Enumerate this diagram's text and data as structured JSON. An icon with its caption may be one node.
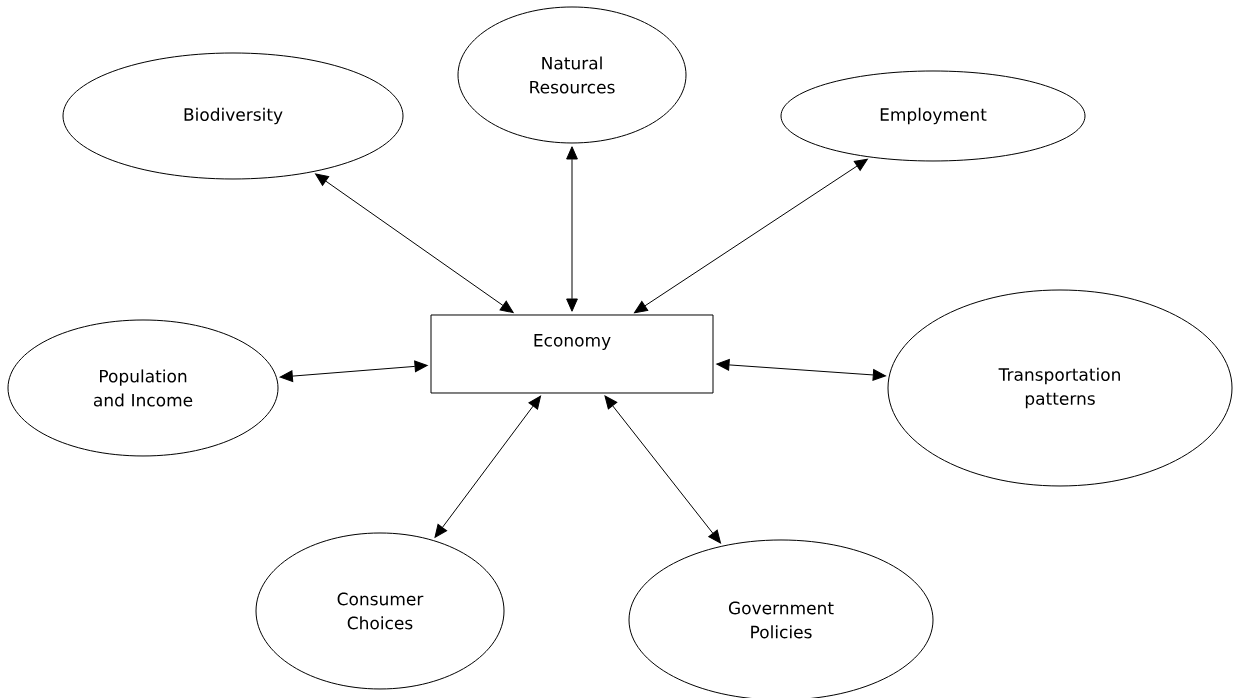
{
  "diagram": {
    "nodes": [
      {
        "text": [
          "Natural Resources"
        ]
      },
      {
        "text": [
          "Biodiversity"
        ]
      },
      {
        "text": [
          "Employment"
        ]
      },
      {
        "text": [
          "Economy"
        ]
      },
      {
        "text": [
          "Population and Income"
        ]
      },
      {
        "text": [
          "Transportation patterns"
        ]
      },
      {
        "text": [
          "Consumer Choices"
        ]
      },
      {
        "text": [
          "Government Policies"
        ]
      }
    ],
    "edges": [
      {
        "from": 0,
        "to": 3,
        "arrow": "both"
      },
      {
        "from": 1,
        "to": 3,
        "arrow": "both"
      },
      {
        "from": 2,
        "to": 3,
        "arrow": "both"
      },
      {
        "from": 4,
        "to": 3,
        "arrow": "both"
      },
      {
        "from": 5,
        "to": 3,
        "arrow": "both"
      },
      {
        "from": 6,
        "to": 3,
        "arrow": "both"
      },
      {
        "from": 7,
        "to": 3,
        "arrow": "both"
      }
    ]
  }
}
